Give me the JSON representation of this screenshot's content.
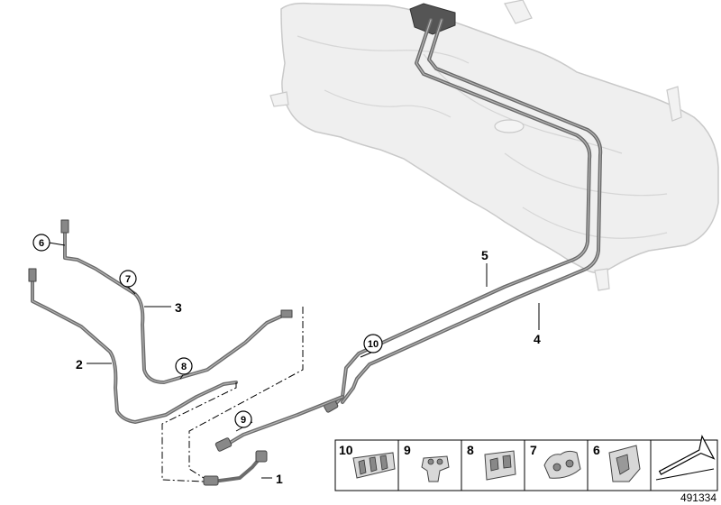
{
  "diagram": {
    "callouts_plain": [
      {
        "id": "1",
        "text": "1"
      },
      {
        "id": "2",
        "text": "2"
      },
      {
        "id": "3",
        "text": "3"
      },
      {
        "id": "4",
        "text": "4"
      },
      {
        "id": "5",
        "text": "5"
      }
    ],
    "callouts_circled": [
      {
        "id": "6",
        "text": "6"
      },
      {
        "id": "7",
        "text": "7"
      },
      {
        "id": "8",
        "text": "8"
      },
      {
        "id": "9",
        "text": "9"
      },
      {
        "id": "10",
        "text": "10"
      }
    ],
    "legend_items": [
      {
        "id": "10",
        "label": "10",
        "part": "clip-10"
      },
      {
        "id": "9",
        "label": "9",
        "part": "clip-9"
      },
      {
        "id": "8",
        "label": "8",
        "part": "clip-8"
      },
      {
        "id": "7",
        "label": "7",
        "part": "clip-7"
      },
      {
        "id": "6",
        "label": "6",
        "part": "clip-6"
      }
    ],
    "legend_direction_icon": "arrow-icon",
    "reference_number": "491334",
    "colors": {
      "tank_fill": "#efefef",
      "tank_stroke": "#c9c9c9",
      "pipe": "#6b6b6b",
      "pipe_highlight": "#b5b5b5",
      "line": "#000000"
    }
  }
}
